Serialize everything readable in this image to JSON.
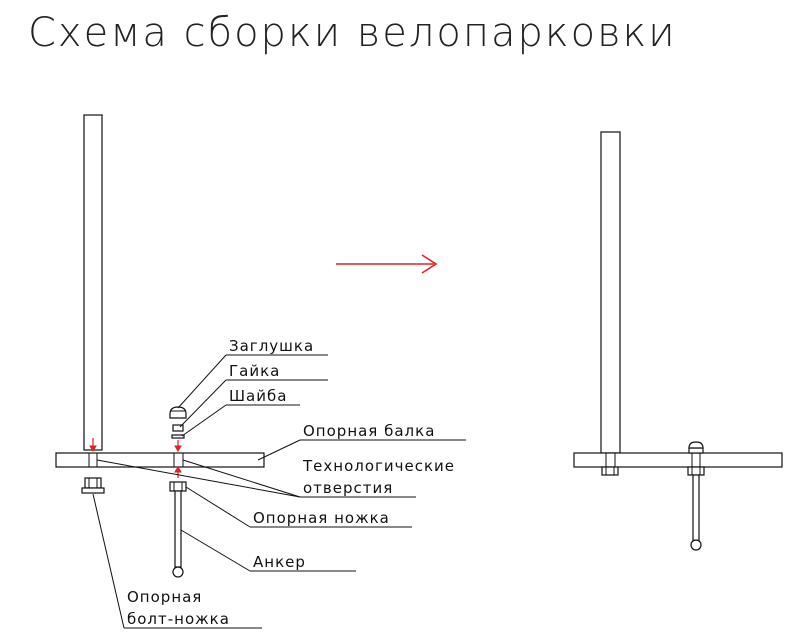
{
  "title": "Схема сборки велопарковки",
  "labels": {
    "cap": "Заглушка",
    "nut": "Гайка",
    "washer": "Шайба",
    "support_beam": "Опорная балка",
    "tech_holes_line1": "Технологические",
    "tech_holes_line2": "отверстия",
    "support_foot": "Опорная ножка",
    "anchor": "Анкер",
    "bolt_foot_line1": "Опорная",
    "bolt_foot_line2": "болт-ножка"
  },
  "colors": {
    "line": "#111111",
    "arrow": "#e21f26",
    "fill": "#666666"
  }
}
